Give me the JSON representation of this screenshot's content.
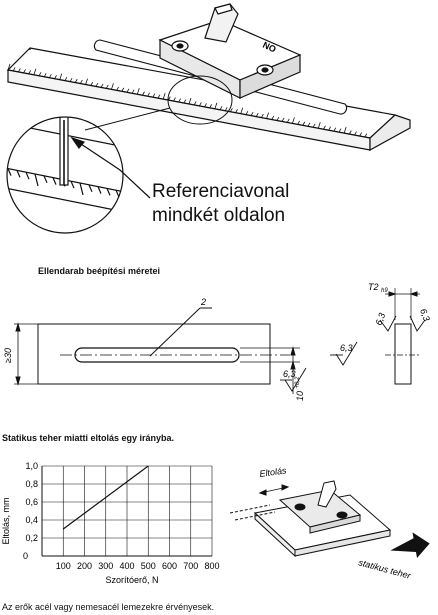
{
  "callout": {
    "line1": "Referenciavonal",
    "line2": "mindkét oldalon"
  },
  "product_marking": "NO",
  "mounting": {
    "title": "Ellendarab beépítési méretei",
    "labels": {
      "item_no": "2",
      "height": "≥30",
      "roughness_a": "6,3",
      "roughness_b": "6,3",
      "roughness_c": "6,3",
      "roughness_d": "6,3",
      "tolerance": "10",
      "tolerance_sup": "+0,2",
      "parallelism": "T2",
      "parallelism_sub": "h9"
    }
  },
  "displacement": {
    "title": "Statikus teher miatti eltolás egy irányba.",
    "label_shift": "Eltolás",
    "label_load": "statikus teher"
  },
  "chart_data": {
    "type": "line",
    "x": [
      100,
      500
    ],
    "series": [
      {
        "values": [
          0.3,
          1.0
        ]
      }
    ],
    "xlabel": "Szorítóerő, N",
    "ylabel": "Eltolás, mm",
    "xlim": [
      0,
      800
    ],
    "ylim": [
      0,
      1.0
    ],
    "xticks": [
      "0",
      "100",
      "200",
      "300",
      "400",
      "500",
      "600",
      "700",
      "800"
    ],
    "yticks": [
      "0,2",
      "0,4",
      "0,6",
      "0,8",
      "1,0"
    ],
    "grid": true
  },
  "footnote": "Az erők acél vagy nemesacél lemezekre érvényesek."
}
